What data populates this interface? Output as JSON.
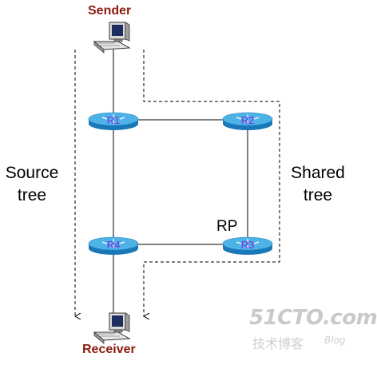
{
  "labels": {
    "sender": "Sender",
    "receiver": "Receiver",
    "source_tree": [
      "Source",
      "tree"
    ],
    "shared_tree": [
      "Shared",
      "tree"
    ],
    "rp": "RP"
  },
  "routers": [
    {
      "name": "R1"
    },
    {
      "name": "R2"
    },
    {
      "name": "R3"
    },
    {
      "name": "R4"
    }
  ],
  "watermark": {
    "main": "51CTO.com",
    "sub": "技术博客",
    "blog": "Blog"
  },
  "colors": {
    "router_top": "#4db3e6",
    "router_side": "#1a78b8",
    "router_label": "#8a2be2",
    "host_label": "#8B1A10"
  }
}
